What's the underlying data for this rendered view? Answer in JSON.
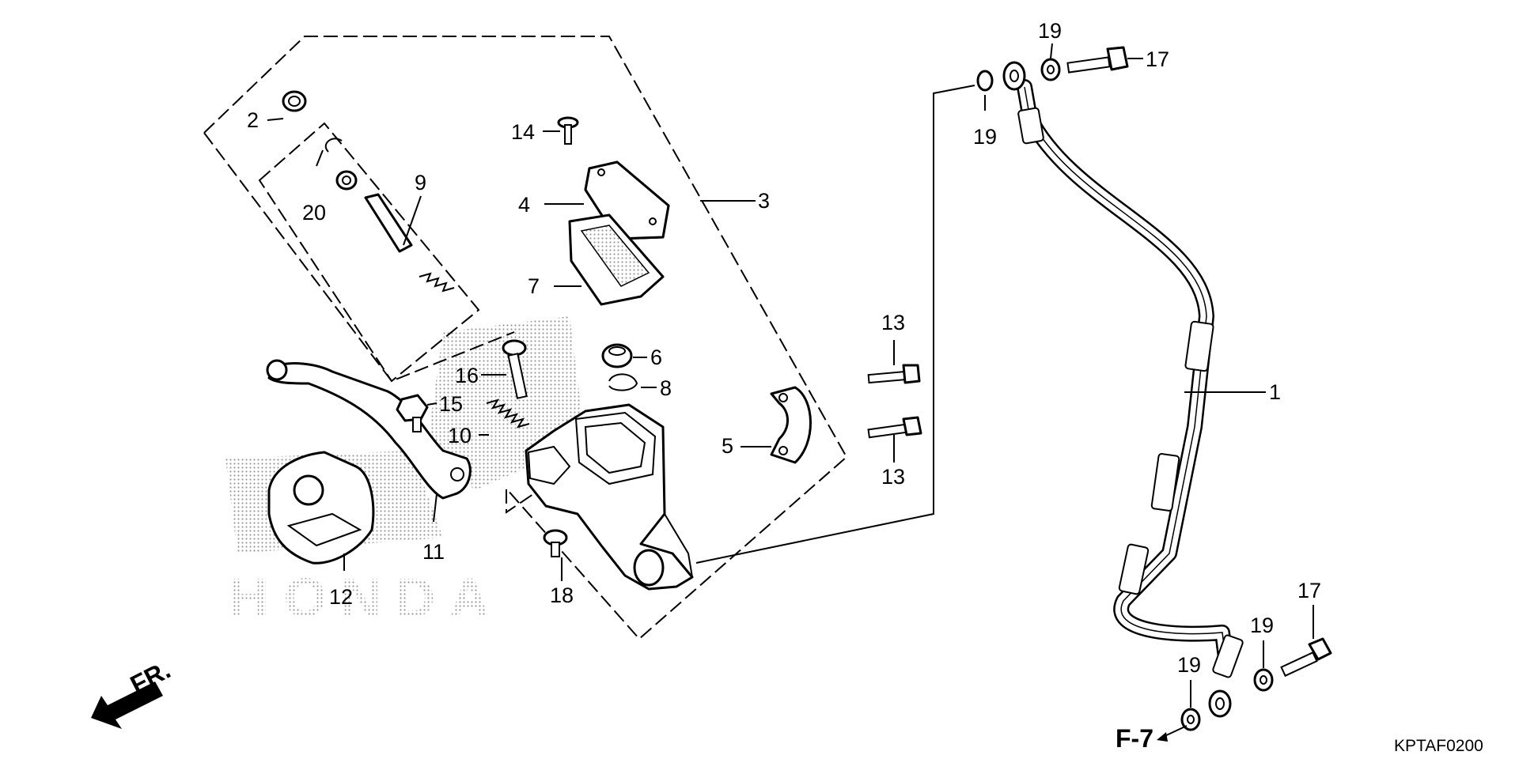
{
  "diagram": {
    "code": "KPTAF0200",
    "watermark": "HONDA",
    "direction_label": "FR.",
    "reference_label": "F-7",
    "callouts": [
      {
        "id": "c1",
        "num": "1"
      },
      {
        "id": "c2",
        "num": "2"
      },
      {
        "id": "c3",
        "num": "3"
      },
      {
        "id": "c4",
        "num": "4"
      },
      {
        "id": "c5",
        "num": "5"
      },
      {
        "id": "c6",
        "num": "6"
      },
      {
        "id": "c7",
        "num": "7"
      },
      {
        "id": "c8",
        "num": "8"
      },
      {
        "id": "c9",
        "num": "9"
      },
      {
        "id": "c10",
        "num": "10"
      },
      {
        "id": "c11",
        "num": "11"
      },
      {
        "id": "c12",
        "num": "12"
      },
      {
        "id": "c13a",
        "num": "13"
      },
      {
        "id": "c13b",
        "num": "13"
      },
      {
        "id": "c14",
        "num": "14"
      },
      {
        "id": "c15",
        "num": "15"
      },
      {
        "id": "c16",
        "num": "16"
      },
      {
        "id": "c17a",
        "num": "17"
      },
      {
        "id": "c17b",
        "num": "17"
      },
      {
        "id": "c18",
        "num": "18"
      },
      {
        "id": "c19a",
        "num": "19"
      },
      {
        "id": "c19b",
        "num": "19"
      },
      {
        "id": "c19c",
        "num": "19"
      },
      {
        "id": "c19d",
        "num": "19"
      },
      {
        "id": "c20",
        "num": "20"
      }
    ]
  }
}
